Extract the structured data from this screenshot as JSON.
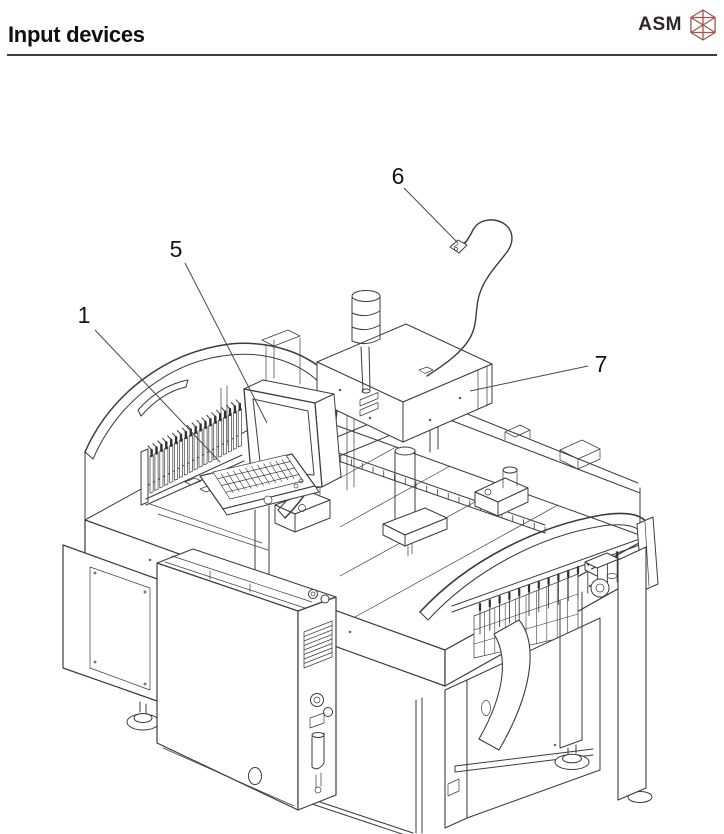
{
  "header": {
    "title": "Input devices",
    "logo": {
      "text": "ASM",
      "icon": "asm-hexagon-gem-logo",
      "icon_color": "#a3544b"
    }
  },
  "figure": {
    "kind": "isometric-technical-line-drawing",
    "subject": "SMT placement machine with input devices",
    "line_color": "#3c3c3c",
    "callouts": [
      {
        "label": "1"
      },
      {
        "label": "5"
      },
      {
        "label": "6"
      },
      {
        "label": "7"
      }
    ]
  }
}
